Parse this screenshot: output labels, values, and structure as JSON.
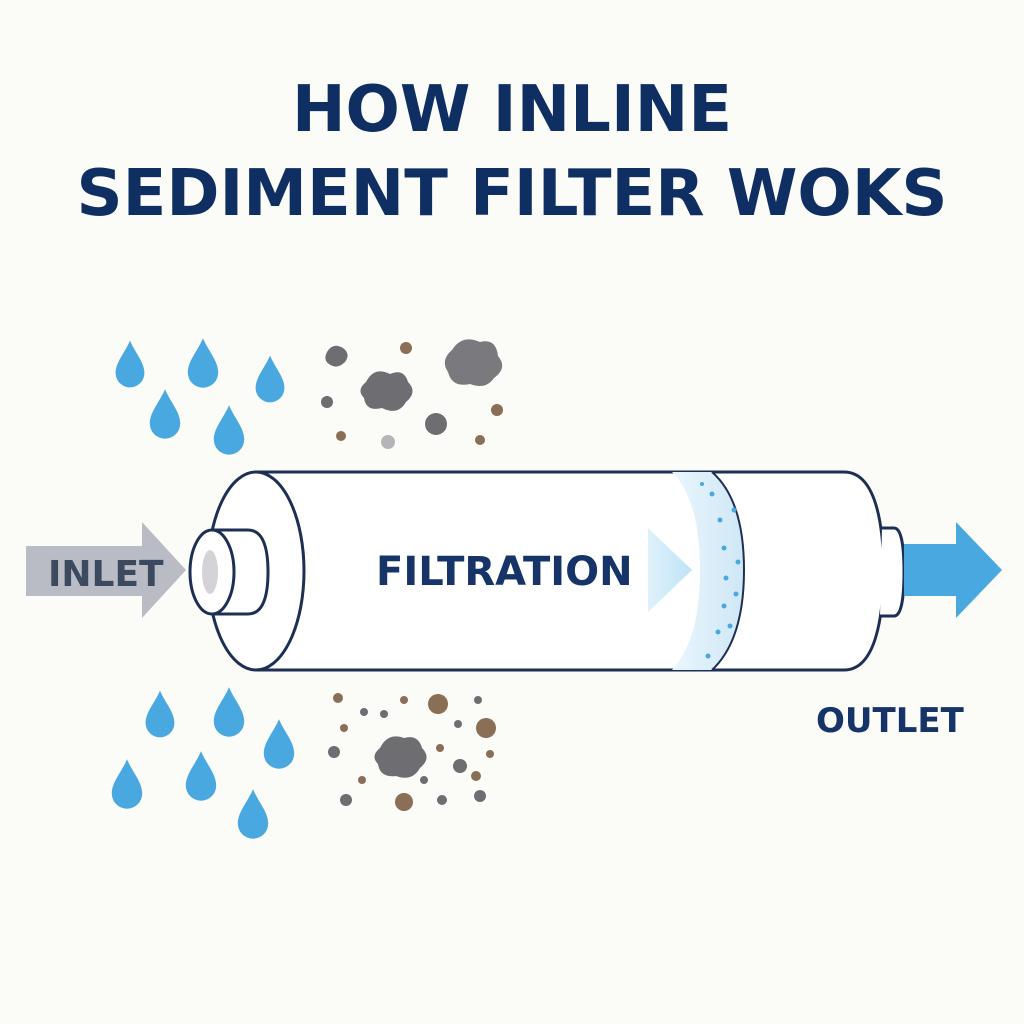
{
  "title": {
    "line1": "HOW INLINE",
    "line2": "SEDIMENT FILTER WOKS"
  },
  "labels": {
    "inlet": "INLET",
    "filtration": "FILTRATION",
    "outlet": "OUTLET"
  },
  "colors": {
    "title": "#0f2f63",
    "water_drop": "#4aa8e0",
    "outlet_arrow": "#4aa8e0",
    "inlet_arrow": "#b9bcc4",
    "filter_outline": "#1d2f52",
    "sediment_dark": "#6e6e72",
    "sediment_brown": "#8a6e55",
    "filter_media": "#d8ecf8"
  },
  "icons": [
    "water-drop-icon",
    "sediment-particle-icon",
    "flow-arrow-icon"
  ]
}
